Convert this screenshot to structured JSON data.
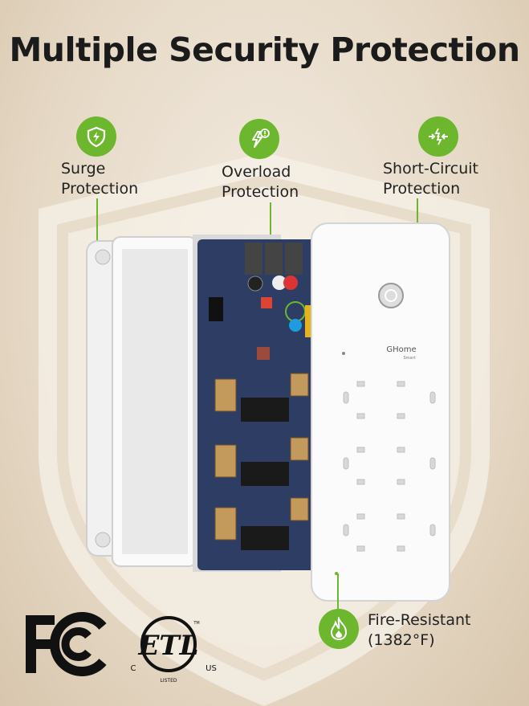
{
  "title": "Multiple Security Protection",
  "features": {
    "surge": {
      "icon": "shield-lightning-icon",
      "line1": "Surge",
      "line2": "Protection"
    },
    "overload": {
      "icon": "overload-warning-icon",
      "line1": "Overload",
      "line2": "Protection"
    },
    "short_circuit": {
      "icon": "short-circuit-icon",
      "line1": "Short-Circuit",
      "line2": "Protection"
    },
    "fire": {
      "icon": "flame-icon",
      "line1": "Fire-Resistant",
      "line2": "(1382°F)"
    }
  },
  "device": {
    "brand": "GHome",
    "brand_sub": "Smart",
    "outlet_count": 6
  },
  "certifications": {
    "fcc": "FC",
    "etl_mark": "ETL",
    "etl_left": "C",
    "etl_right": "US",
    "etl_bottom": "LISTED",
    "tm": "TM"
  },
  "colors": {
    "accent_green": "#6cb72e",
    "pcb_blue": "#2d3d63",
    "background": "#ece2d4"
  }
}
